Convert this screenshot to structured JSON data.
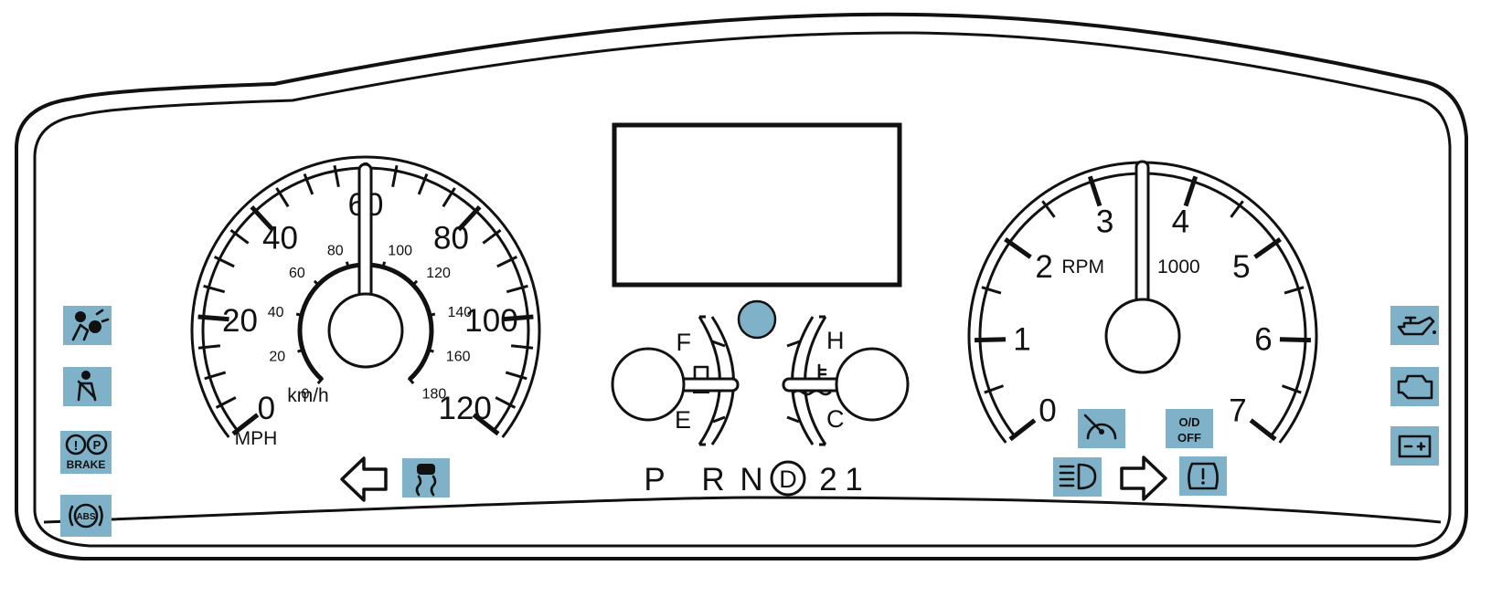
{
  "speedometer": {
    "mph_labels": [
      "0",
      "20",
      "40",
      "60",
      "80",
      "100",
      "120"
    ],
    "kmh_labels": [
      "0",
      "20",
      "40",
      "60",
      "80",
      "100",
      "120",
      "140",
      "160",
      "180"
    ],
    "mph_unit": "MPH",
    "kmh_unit": "km/h"
  },
  "tachometer": {
    "labels": [
      "0",
      "1",
      "2",
      "3",
      "4",
      "5",
      "6",
      "7"
    ],
    "unit_left": "RPM",
    "unit_right": "1000"
  },
  "fuel_gauge": {
    "full_label": "F",
    "empty_label": "E",
    "icon": "fuel-pump-icon"
  },
  "temp_gauge": {
    "hot_label": "H",
    "cold_label": "C",
    "icon": "thermometer-icon"
  },
  "gear_selector": {
    "positions": [
      "P",
      "R",
      "N",
      "D",
      "2",
      "1"
    ],
    "selected": "D"
  },
  "indicators": {
    "left": [
      "airbag-icon",
      "seatbelt-icon",
      "brake-icon",
      "abs-icon"
    ],
    "brake_text": "BRAKE",
    "abs_text": "ABS",
    "traction_icon": "traction-control-icon",
    "left_turn_icon": "left-turn-arrow-icon",
    "right_turn_icon": "right-turn-arrow-icon",
    "cruise_icon": "cruise-control-icon",
    "od_off_line1": "O/D",
    "od_off_line2": "OFF",
    "high_beam_icon": "high-beam-icon",
    "tire_pressure_icon": "tire-pressure-icon",
    "right": [
      "oil-pressure-icon",
      "check-engine-icon",
      "battery-icon"
    ]
  },
  "colors": {
    "indicator": "#7fb2c8",
    "outline": "#111111",
    "background": "#ffffff"
  }
}
